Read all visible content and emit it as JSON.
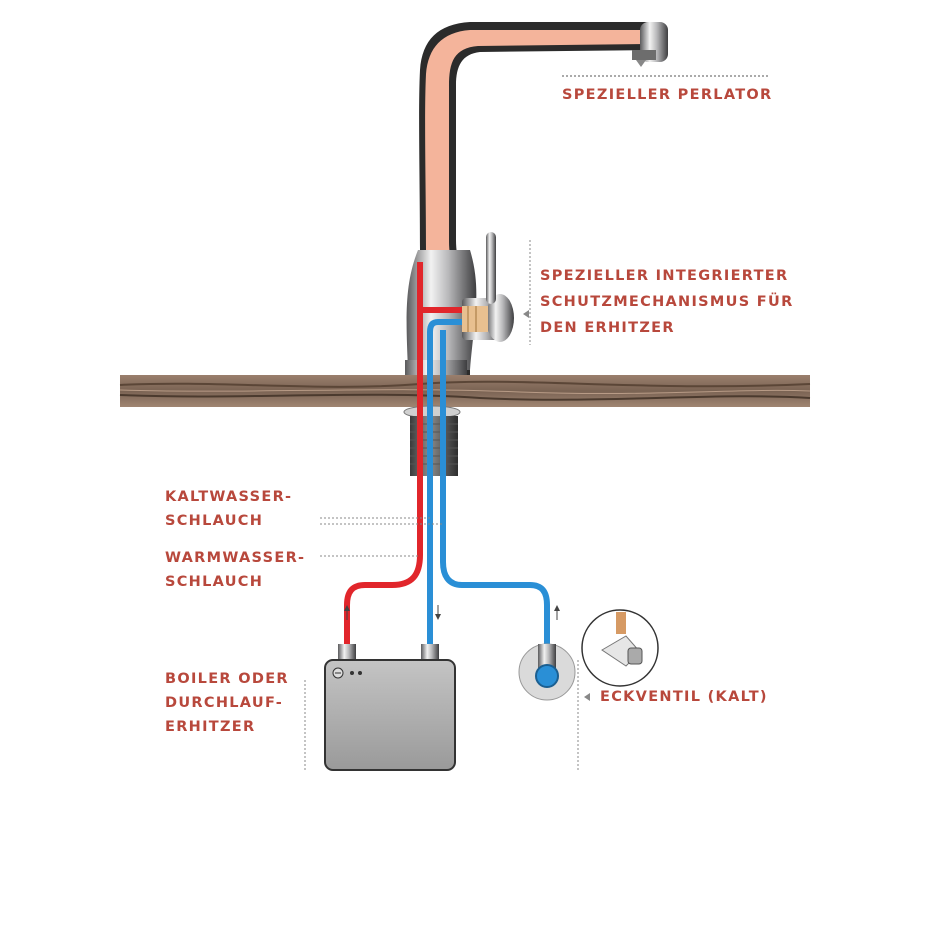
{
  "colors": {
    "label": "#b8483c",
    "hot_hose": "#e1262b",
    "cold_hose": "#2a8fd6",
    "spout": "#f4b49b",
    "chrome": "#b9b9bb",
    "countertop": "#8a7262",
    "boiler": "#a9a9a9",
    "cartridge": "#e8c090"
  },
  "icons": [
    "arrow-up-icon",
    "arrow-down-icon"
  ],
  "labels": {
    "perlator": [
      "SPEZIELLER PERLATOR"
    ],
    "mechanism": [
      "SPEZIELLER INTEGRIERTER",
      "SCHUTZMECHANISMUS FÜR",
      "DEN ERHITZER"
    ],
    "cold_hose": [
      "KALTWASSER-",
      "SCHLAUCH"
    ],
    "hot_hose": [
      "WARMWASSER-",
      "SCHLAUCH"
    ],
    "boiler": [
      "BOILER ODER",
      "DURCHLAUF-",
      "ERHITZER"
    ],
    "angle_valve": [
      "ECKVENTIL (KALT)"
    ]
  }
}
